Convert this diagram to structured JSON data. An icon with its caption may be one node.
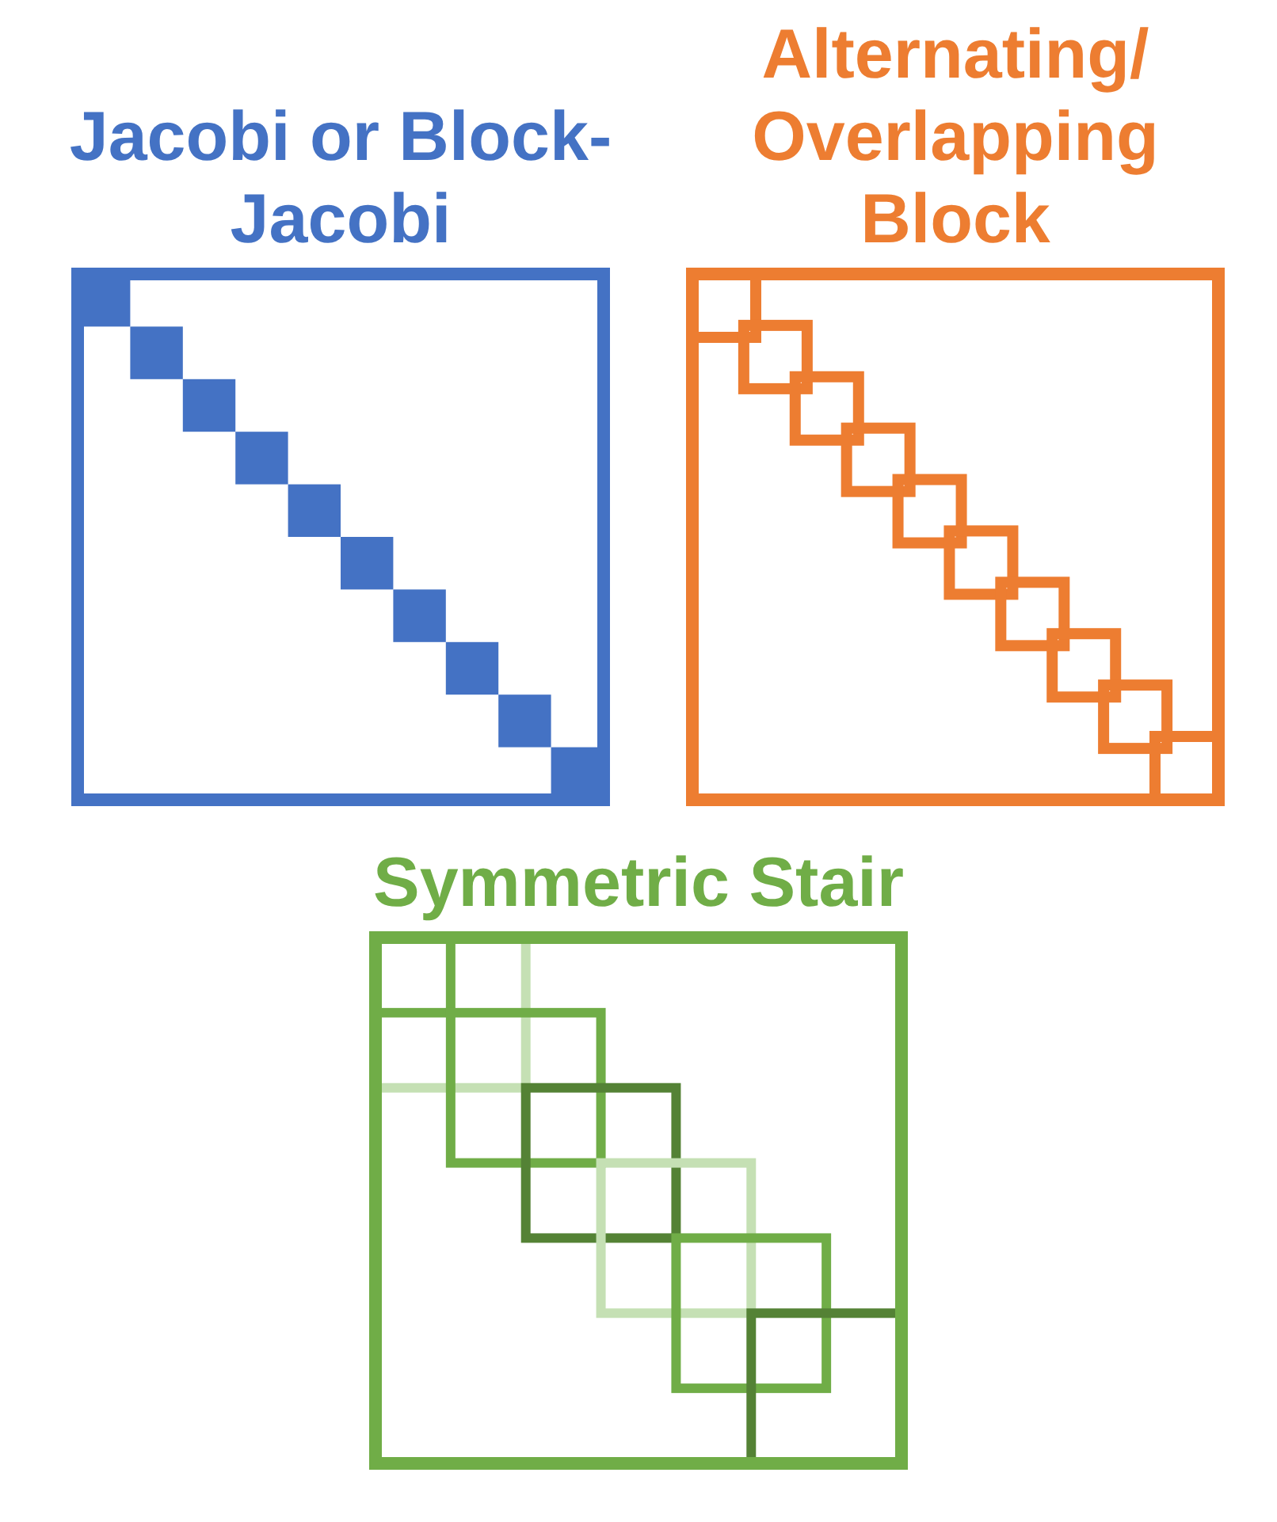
{
  "diagram": {
    "nodes": [
      {
        "text": [
          "Jacobi or Block-Jacobi"
        ]
      },
      {
        "text": [
          "Alternating/ Overlapping Block"
        ]
      },
      {
        "text": [
          "Symmetric Stair"
        ]
      }
    ]
  }
}
